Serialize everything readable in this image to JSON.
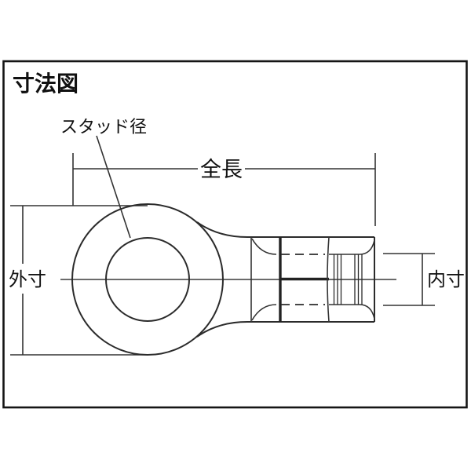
{
  "title": "寸法図",
  "colors": {
    "background": "#ffffff",
    "frame": "#151515",
    "line": "#2b2b2b",
    "text": "#111111"
  },
  "diagram": {
    "labels": {
      "stud_diameter": "スタッド径",
      "overall_length": "全長",
      "outer_dimension": "外寸",
      "inner_dimension": "内寸"
    }
  }
}
